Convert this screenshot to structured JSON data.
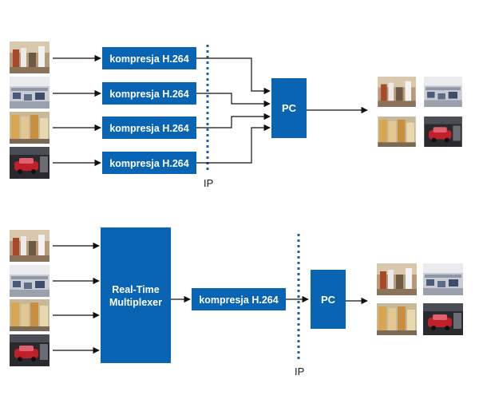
{
  "colors": {
    "box_fill": "#0a64b4",
    "line": "#111111",
    "ip_line": "#1f5fa8"
  },
  "top": {
    "compression_label": "kompresja H.264",
    "pc_label": "PC",
    "ip_label": "IP",
    "cameras": [
      "shop-floor",
      "office-hall",
      "warehouse-racks",
      "parking-car"
    ]
  },
  "bottom": {
    "multiplexer_label_line1": "Real-Time",
    "multiplexer_label_line2": "Multiplexer",
    "compression_label": "kompresja H.264",
    "pc_label": "PC",
    "ip_label": "IP",
    "cameras": [
      "shop-floor",
      "office-hall",
      "warehouse-racks",
      "parking-car"
    ]
  }
}
